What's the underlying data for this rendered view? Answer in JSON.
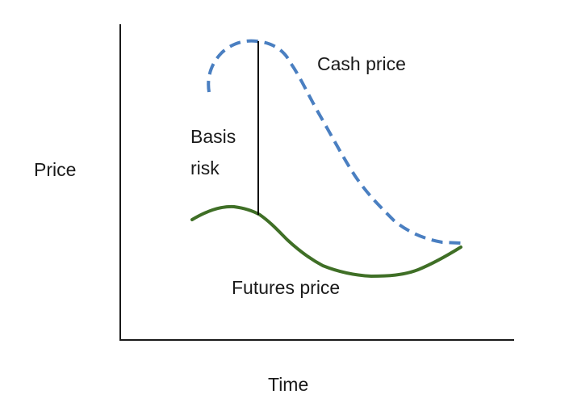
{
  "labels": {
    "y_axis": "Price",
    "x_axis": "Time",
    "cash_series": "Cash price",
    "futures_series": "Futures price",
    "basis_line1": "Basis",
    "basis_line2": "risk"
  },
  "colors": {
    "axis": "#1a1a1a",
    "cash": "#4a7fc1",
    "futures": "#3f6f26",
    "basis_marker": "#000000"
  }
}
